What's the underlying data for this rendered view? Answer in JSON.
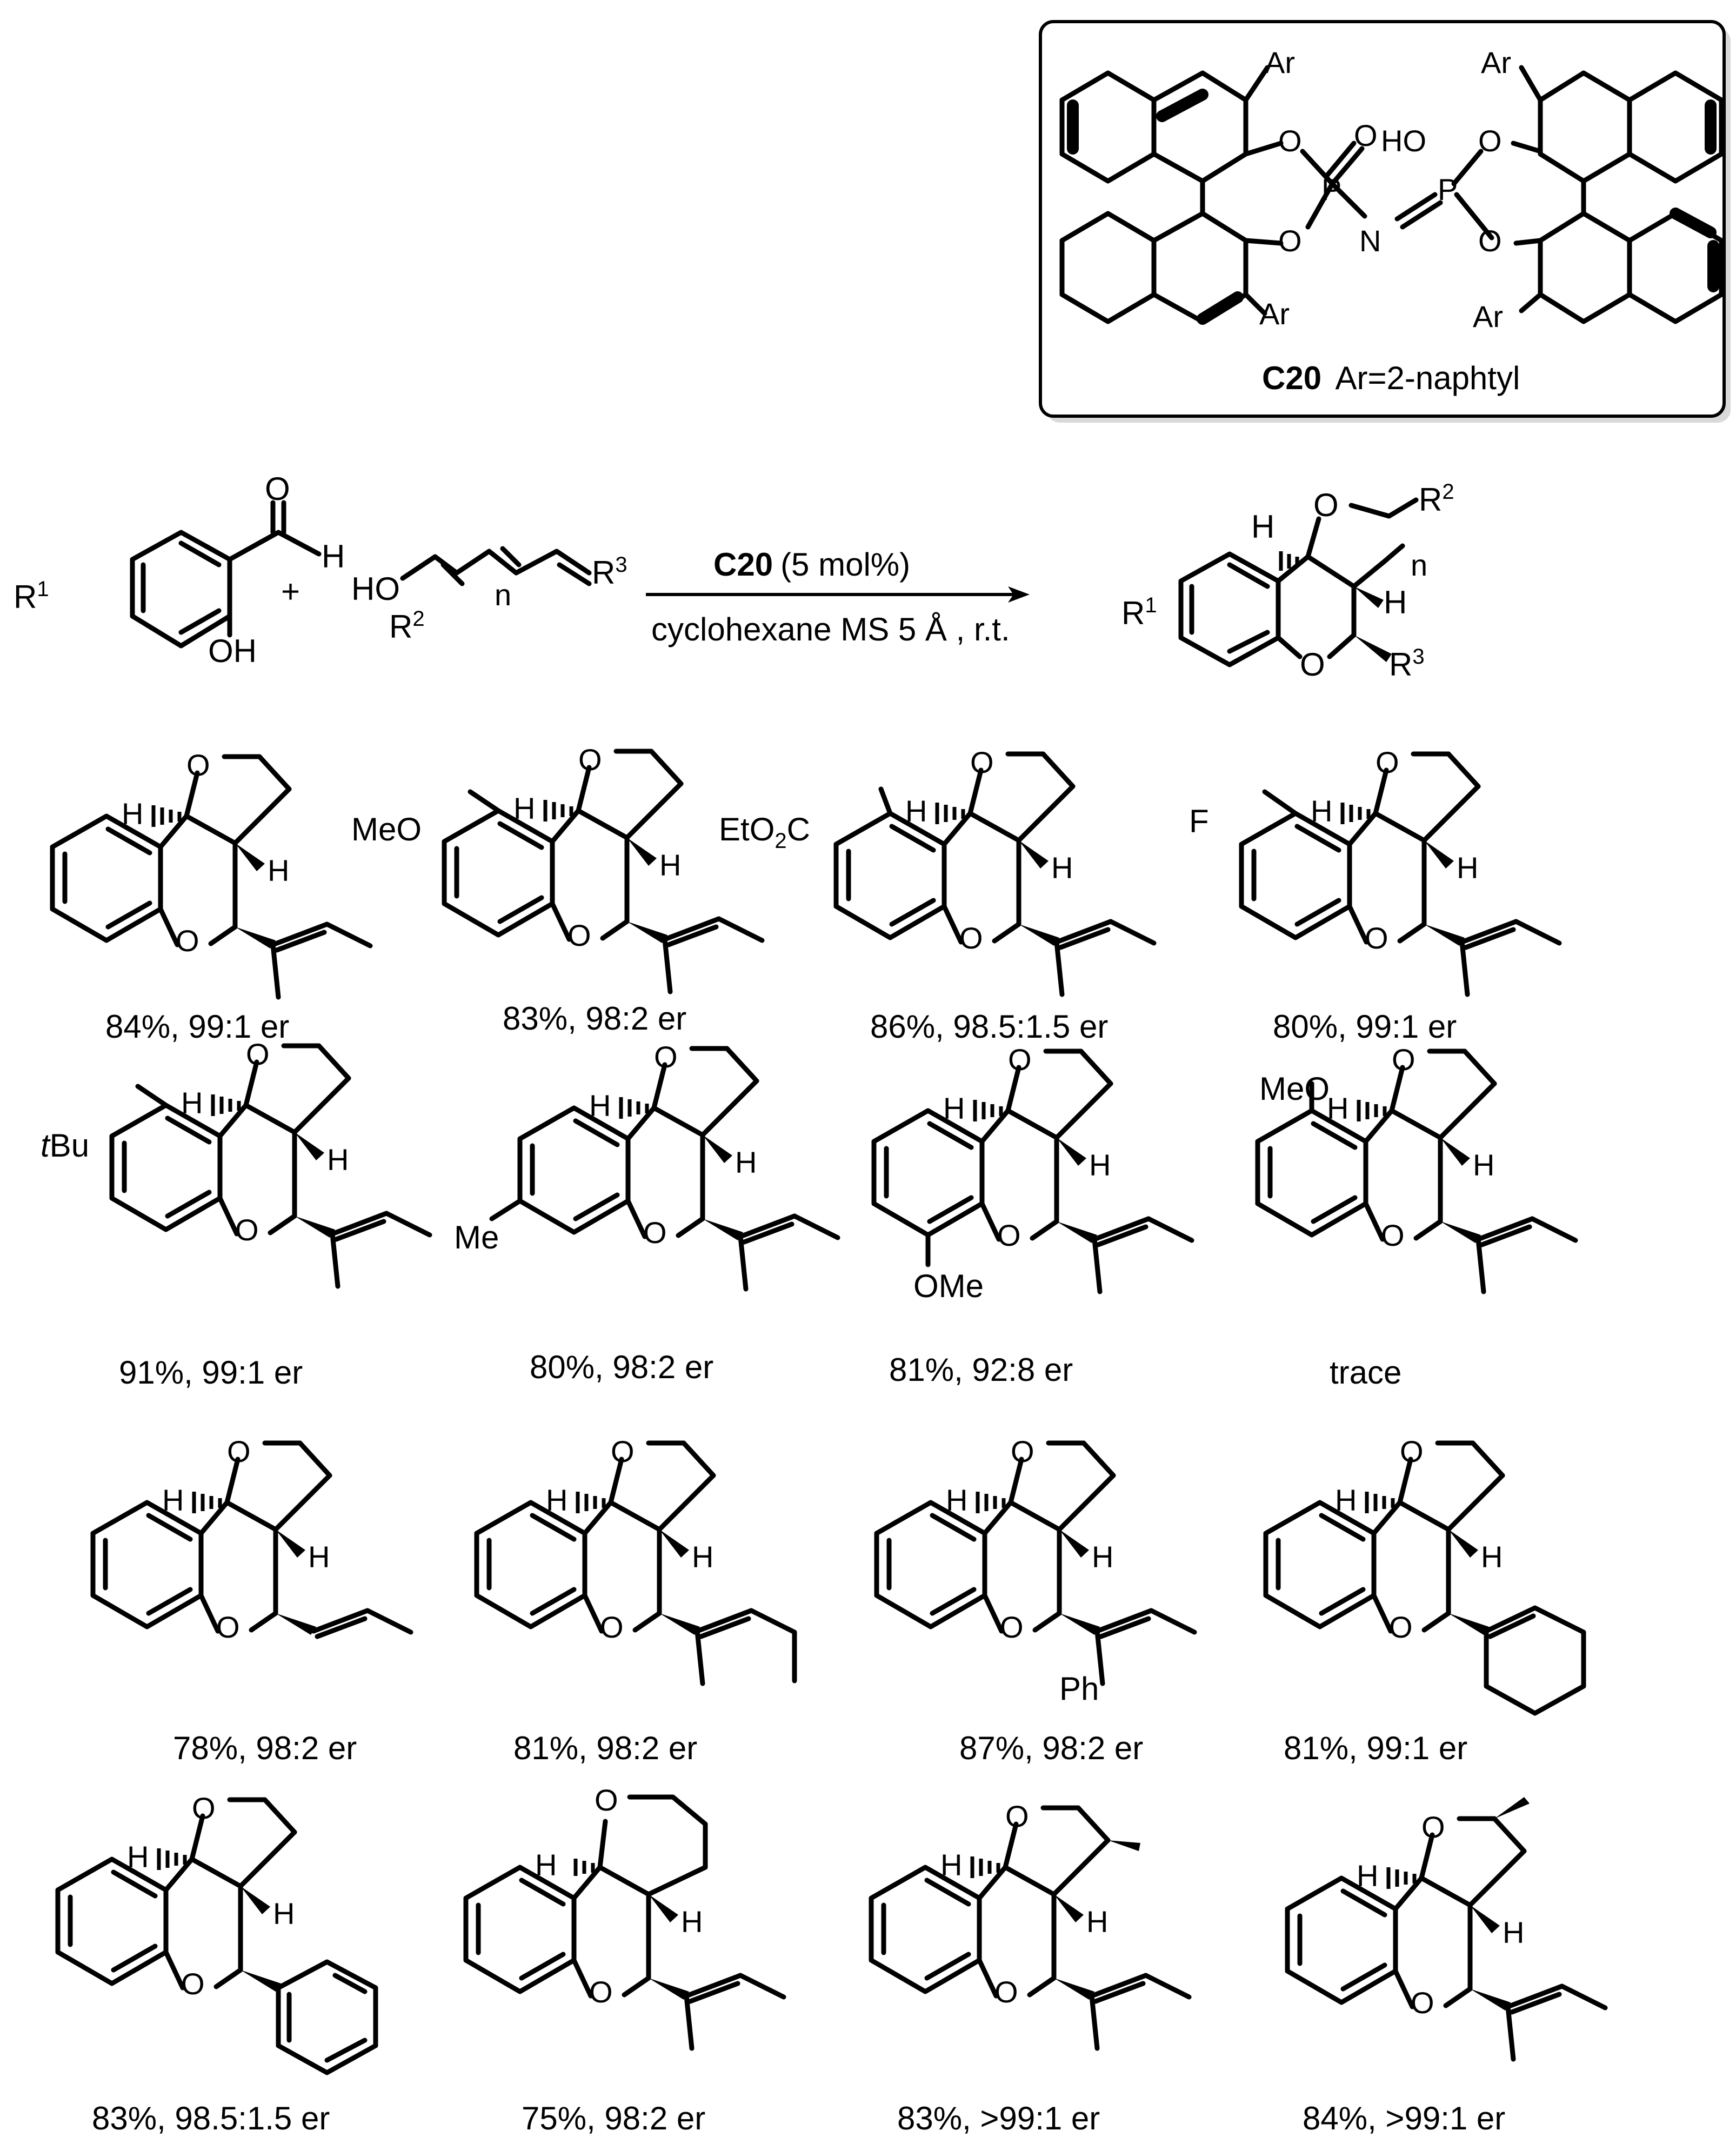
{
  "catalyst": {
    "name": "C20",
    "description": "Ar=2-naphtyl",
    "labels": {
      "ar": "Ar",
      "o": "O",
      "p": "P",
      "n": "N",
      "ho": "HO"
    }
  },
  "scheme": {
    "reactant1": {
      "r1": "R",
      "r1_sup": "1",
      "o": "O",
      "h": "H",
      "oh": "OH"
    },
    "plus": "+",
    "reactant2": {
      "ho": "HO",
      "r2": "R",
      "r2_sup": "2",
      "n": "n",
      "r3": "R",
      "r3_sup": "3"
    },
    "reagent_catalyst": "C20",
    "reagent_loading": "(5 mol%)",
    "conditions": "cyclohexane MS 5 Å , r.t.",
    "product": {
      "h1": "H",
      "o_top": "O",
      "r2": "R",
      "r2_sup": "2",
      "n": "n",
      "h2": "H",
      "r1": "R",
      "r1_sup": "1",
      "o_bottom": "O",
      "r3": "R",
      "r3_sup": "3"
    }
  },
  "compounds": [
    {
      "id": "c1",
      "yield_er": "84%, 99:1 er",
      "substituent": ""
    },
    {
      "id": "c2",
      "yield_er": "83%, 98:2 er",
      "substituent": "MeO"
    },
    {
      "id": "c3",
      "yield_er": "86%, 98.5:1.5 er",
      "substituent": "EtO",
      "sub_index": "2",
      "sub_tail": "C"
    },
    {
      "id": "c4",
      "yield_er": "80%, 99:1 er",
      "substituent": "F"
    },
    {
      "id": "c5",
      "yield_er": "91%, 99:1 er",
      "substituent_italic": "t",
      "substituent": "Bu"
    },
    {
      "id": "c6",
      "yield_er": "80%, 98:2 er",
      "substituent": "Me"
    },
    {
      "id": "c7",
      "yield_er": "81%, 92:8 er",
      "substituent": "OMe"
    },
    {
      "id": "c8",
      "yield_er": "trace",
      "substituent": "MeO"
    },
    {
      "id": "c9",
      "yield_er": "78%, 98:2 er"
    },
    {
      "id": "c10",
      "yield_er": "81%, 98:2 er"
    },
    {
      "id": "c11",
      "yield_er": "87%, 98:2 er",
      "substituent": "Ph"
    },
    {
      "id": "c12",
      "yield_er": "81%, 99:1 er"
    },
    {
      "id": "c13",
      "yield_er": "83%, 98.5:1.5 er"
    },
    {
      "id": "c14",
      "yield_er": "75%, 98:2 er"
    },
    {
      "id": "c15",
      "yield_er": "83%, >99:1 er"
    },
    {
      "id": "c16",
      "yield_er": "84%, >99:1 er"
    }
  ],
  "atom_labels": {
    "h": "H",
    "o": "O"
  }
}
